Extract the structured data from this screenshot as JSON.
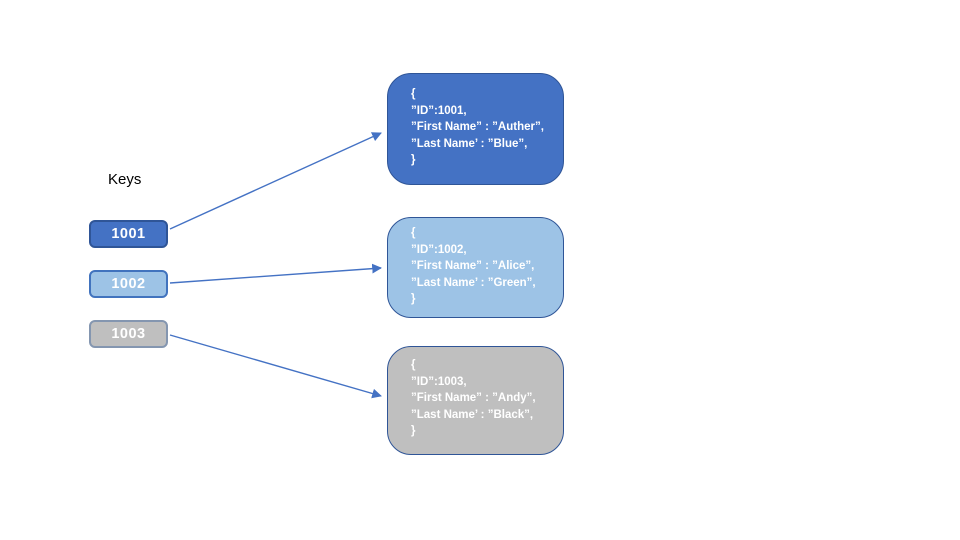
{
  "diagram": {
    "keys_label": "Keys",
    "keys": [
      {
        "label": "1001",
        "fill": "#4472C4",
        "border": "#2F5597"
      },
      {
        "label": "1002",
        "fill": "#9DC3E6",
        "border": "#4173BE"
      },
      {
        "label": "1003",
        "fill": "#BFBFBF",
        "border": "#8496B0"
      }
    ],
    "records": [
      {
        "fill": "#4472C4",
        "border": "#2F5597",
        "lines": [
          "{",
          "”ID”:1001,",
          "”First Name” : ”Auther”,",
          "”Last Name’ : ”Blue”,",
          "}"
        ]
      },
      {
        "fill": "#9DC3E6",
        "border": "#2F5597",
        "lines": [
          "{",
          "”ID”:1002,",
          "”First Name” : ”Alice”,",
          "”Last Name’ : ”Green”,",
          "}"
        ]
      },
      {
        "fill": "#BFBFBF",
        "border": "#2F5597",
        "lines": [
          "{",
          "”ID”:1003,",
          "”First Name” : ”Andy”,",
          "”Last Name’ : ”Black”,",
          "}"
        ]
      }
    ],
    "arrow_color": "#4472C4",
    "text_on_shape_color": "#FFFFFF",
    "label_text_color": "#000000"
  }
}
